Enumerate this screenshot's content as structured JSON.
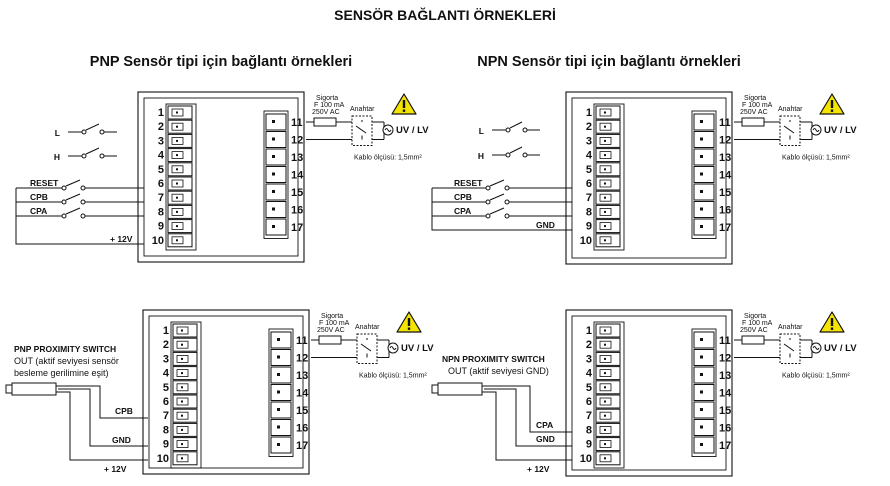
{
  "title": "SENSÖR BAĞLANTI ÖRNEKLERİ",
  "pnp_heading": "PNP Sensör tipi için bağlantı örnekleri",
  "npn_heading": "NPN Sensör tipi için bağlantı örnekleri",
  "left_pins": [
    "1",
    "2",
    "3",
    "4",
    "5",
    "6",
    "7",
    "8",
    "9",
    "10"
  ],
  "right_pins": [
    "11",
    "12",
    "13",
    "14",
    "15",
    "16",
    "17"
  ],
  "fuse": {
    "line1": "Sigorta",
    "line2": "F 100 mA",
    "line3": "250V AC"
  },
  "switch_label": "Anahtar",
  "supply_label": "UV / LV",
  "cable_label": "Kablo ölçüsü: 1,5mm²",
  "inputs": {
    "l": "L",
    "h": "H",
    "reset": "RESET",
    "cpb": "CPB",
    "cpa": "CPA",
    "gnd": "GND",
    "plus12": "+ 12V"
  },
  "pnp_prox": {
    "title": "PNP PROXIMITY SWITCH",
    "line1": "OUT (aktif seviyesi sensör",
    "line2": "besleme gerilimine eşit)"
  },
  "npn_prox": {
    "title": "NPN PROXIMITY SWITCH",
    "line1": "OUT (aktif seviyesi GND)"
  },
  "colors": {
    "line": "#111111",
    "warning_fill": "#f5e400"
  }
}
